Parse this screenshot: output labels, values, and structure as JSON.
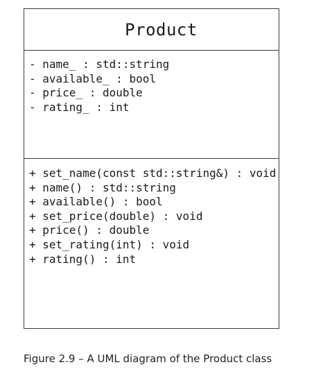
{
  "class": {
    "name": "Product",
    "attributes": [
      "- name_ : std::string",
      "- available_ : bool",
      "- price_ : double",
      "- rating_ : int"
    ],
    "operations": [
      "+ set_name(const std::string&) : void",
      "+ name() : std::string",
      "+ available() : bool",
      "+ set_price(double) : void",
      "+ price() : double",
      "+ set_rating(int) : void",
      "+ rating() : int"
    ]
  },
  "caption": "Figure 2.9 – A UML diagram of the Product class",
  "colors": {
    "border": "#3a3a3a",
    "text": "#1a1a1a",
    "background": "#ffffff"
  }
}
